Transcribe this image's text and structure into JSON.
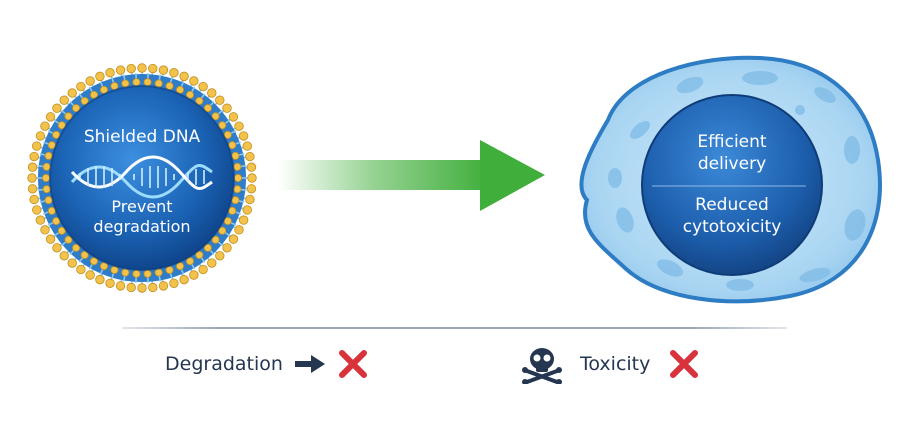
{
  "liposome": {
    "title": "Shielded DNA",
    "subtitle_line1": "Prevent",
    "subtitle_line2": "degradation"
  },
  "cell": {
    "line1": "Efficient",
    "line2": "delivery",
    "line3": "Reduced",
    "line4": "cytotoxicity"
  },
  "legend": {
    "degradation_label": "Degradation",
    "toxicity_label": "Toxicity"
  },
  "colors": {
    "arrow": "#3fae3a",
    "cross": "#d8333a",
    "text_dark": "#243650",
    "lipid_head": "#f2c24b",
    "core_blue": "#1b63b5"
  },
  "icons": {
    "arrow": "arrow-right-icon",
    "cross": "cross-mark-icon",
    "skull": "skull-crossbones-icon",
    "dna": "dna-helix-icon"
  }
}
